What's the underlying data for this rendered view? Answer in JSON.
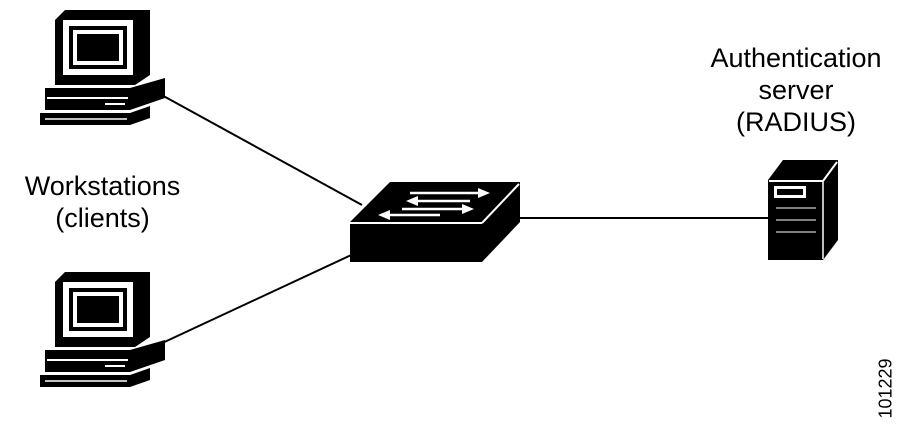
{
  "labels": {
    "workstations": [
      "Workstations",
      "(clients)"
    ],
    "server": [
      "Authentication",
      "server",
      "(RADIUS)"
    ]
  },
  "figure_id": "101229",
  "colors": {
    "line": "#000000",
    "background": "#ffffff"
  },
  "icons": {
    "client_top": "workstation-computer-icon",
    "client_bottom": "workstation-computer-icon",
    "switch": "network-switch-icon",
    "server": "tower-server-icon"
  }
}
